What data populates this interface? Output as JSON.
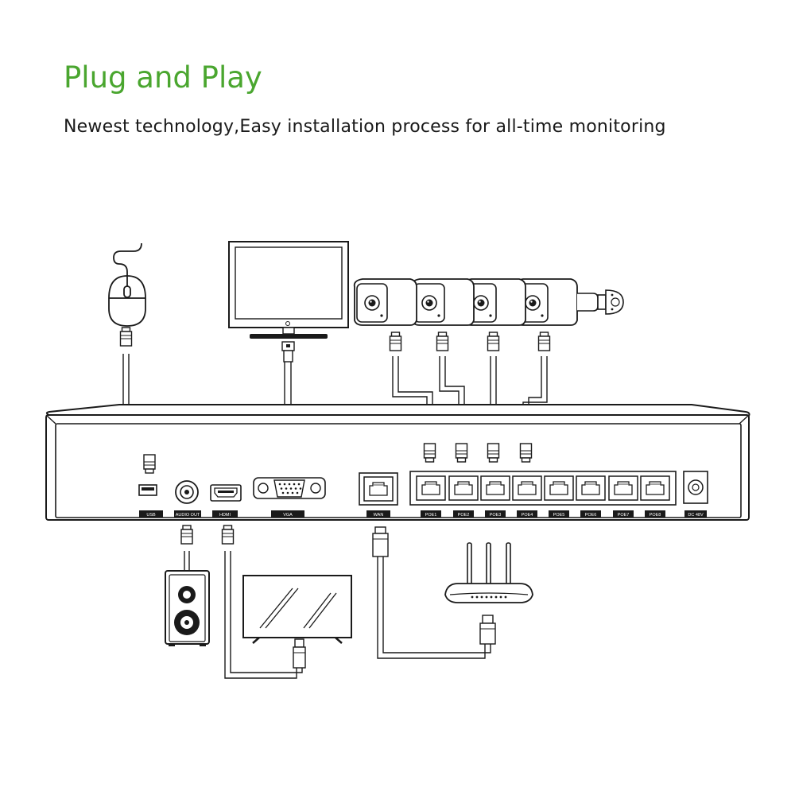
{
  "header": {
    "title": "Plug and Play",
    "subtitle": "Newest technology,Easy installation process for all-time monitoring"
  },
  "colors": {
    "accent": "#4aa62f",
    "line": "#1a1a1a"
  },
  "nvr": {
    "ports": {
      "usb": "USB",
      "audio_out": "AUDIO OUT",
      "hdmi": "HDMI",
      "vga": "VGA",
      "wan": "WAN",
      "poe": [
        "POE1",
        "POE2",
        "POE3",
        "POE4",
        "POE5",
        "POE6",
        "POE7",
        "POE8"
      ],
      "dc": "DC 48V"
    }
  },
  "devices": {
    "mouse": "mouse-icon",
    "monitor": "monitor-icon",
    "cameras": [
      "camera-icon",
      "camera-icon",
      "camera-icon",
      "camera-icon"
    ],
    "speaker": "speaker-icon",
    "tv": "tv-icon",
    "router": "router-icon"
  }
}
